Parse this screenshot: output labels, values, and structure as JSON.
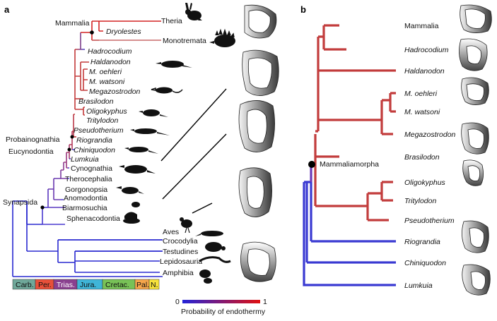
{
  "panel_a": {
    "label": "a",
    "taxa": [
      {
        "name": "Theria",
        "italic": false
      },
      {
        "name": "Dryolestes",
        "italic": true
      },
      {
        "name": "Monotremata",
        "italic": false
      },
      {
        "name": "Hadrocodium",
        "italic": true
      },
      {
        "name": "Haldanodon",
        "italic": true
      },
      {
        "name": "M. oehleri",
        "italic": true
      },
      {
        "name": "M. watsoni",
        "italic": true
      },
      {
        "name": "Megazostrodon",
        "italic": true
      },
      {
        "name": "Brasilodon",
        "italic": true
      },
      {
        "name": "Oligokyphus",
        "italic": true
      },
      {
        "name": "Tritylodon",
        "italic": true
      },
      {
        "name": "Pseudotherium",
        "italic": true
      },
      {
        "name": "Riograndia",
        "italic": true
      },
      {
        "name": "Chiniquodon",
        "italic": true
      },
      {
        "name": "Lumkuia",
        "italic": true
      },
      {
        "name": "Cynognathia",
        "italic": false
      },
      {
        "name": "Therocephalia",
        "italic": false
      },
      {
        "name": "Gorgonopsia",
        "italic": false
      },
      {
        "name": "Anomodontia",
        "italic": false
      },
      {
        "name": "Biarmosuchia",
        "italic": false
      },
      {
        "name": "Sphenacodontia",
        "italic": false
      },
      {
        "name": "Aves",
        "italic": false
      },
      {
        "name": "Crocodylia",
        "italic": false
      },
      {
        "name": "Testudines",
        "italic": false
      },
      {
        "name": "Lepidosauria",
        "italic": false
      },
      {
        "name": "Amphibia",
        "italic": false
      }
    ],
    "clades": {
      "mammalia": "Mammalia",
      "probainognathia": "Probainognathia",
      "eucynodontia": "Eucynodontia",
      "synapsida": "Synapsida"
    },
    "periods": [
      {
        "name": "Carb.",
        "color": "#6fa89a"
      },
      {
        "name": "Per.",
        "color": "#e8503a"
      },
      {
        "name": "Trias.",
        "color": "#8a3f8f"
      },
      {
        "name": "Jura.",
        "color": "#3fb5d8"
      },
      {
        "name": "Cretac.",
        "color": "#78c257"
      },
      {
        "name": "Pal.",
        "color": "#f6a64b"
      },
      {
        "name": "N.",
        "color": "#f7e33b"
      }
    ],
    "legend": {
      "min": "0",
      "max": "1",
      "title": "Probability of endothermy",
      "color_low": "#2323d8",
      "color_high": "#e01010"
    }
  },
  "panel_b": {
    "label": "b",
    "taxa": [
      {
        "name": "Mammalia",
        "italic": false
      },
      {
        "name": "Hadrocodium",
        "italic": true
      },
      {
        "name": "Haldanodon",
        "italic": true
      },
      {
        "name": "M. oehleri",
        "italic": true
      },
      {
        "name": "M. watsoni",
        "italic": true
      },
      {
        "name": "Megazostrodon",
        "italic": true
      },
      {
        "name": "Brasilodon",
        "italic": true
      },
      {
        "name": "Oligokyphus",
        "italic": true
      },
      {
        "name": "Tritylodon",
        "italic": true
      },
      {
        "name": "Pseudotherium",
        "italic": true
      },
      {
        "name": "Riograndia",
        "italic": true
      },
      {
        "name": "Chiniquodon",
        "italic": true
      },
      {
        "name": "Lumkuia",
        "italic": true
      }
    ],
    "node_label": "Mammaliamorpha"
  }
}
